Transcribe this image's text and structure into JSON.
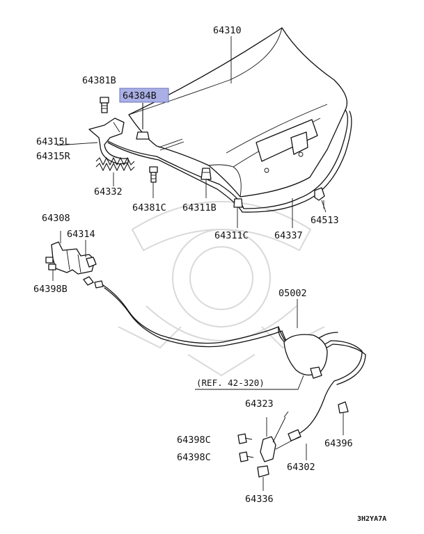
{
  "diagram": {
    "parts": {
      "p64310": "64310",
      "p64381B": "64381B",
      "p64384B": "64384B",
      "p64315L": "64315L",
      "p64315R": "64315R",
      "p64332": "64332",
      "p64381C": "64381C",
      "p64311B": "64311B",
      "p64513": "64513",
      "p64308": "64308",
      "p64314": "64314",
      "p64311C": "64311C",
      "p64337": "64337",
      "p64398B": "64398B",
      "p05002": "05002",
      "ref": "(REF. 42-320)",
      "p64323": "64323",
      "p64398C_1": "64398C",
      "p64398C_2": "64398C",
      "p64396": "64396",
      "p64302": "64302",
      "p64336": "64336"
    },
    "drawing_code": "3H2YA7A",
    "colors": {
      "highlight_fill": "#aab0e6",
      "highlight_border": "#6a70b8",
      "line": "#111111",
      "watermark": "#d9d9d9"
    }
  }
}
